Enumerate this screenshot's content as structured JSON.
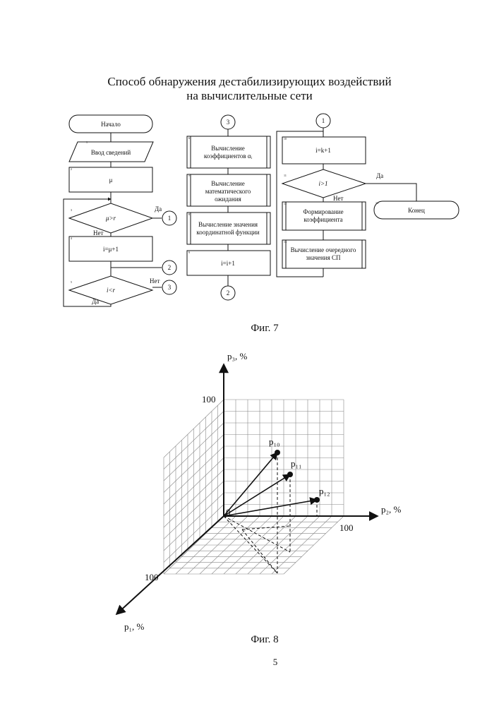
{
  "document": {
    "title_line1": "Способ обнаружения дестабилизирующих воздействий",
    "title_line2": "на вычислительные сети",
    "fig7_caption": "Фиг. 7",
    "fig8_caption": "Фиг. 8",
    "page_number": "5"
  },
  "flowchart": {
    "start": "Начало",
    "input": "Ввод сведений",
    "mu": "μ",
    "cond_mu_r": "μ>r",
    "mu_inc": "i=μ+1",
    "cond_i_r": "i<r",
    "coeff_a": "Вычисление",
    "coeff_a2": "коэффициентов αᵢ",
    "expect1": "Вычисление",
    "expect2": "математического",
    "expect3": "ожидания",
    "coord1": "Вычисление значения",
    "coord2": "координатной функции",
    "i_inc": "i=i+1",
    "k_inc": "i=k+1",
    "cond_i_1": "i>1",
    "form1": "Формирование",
    "form2": "коэффициента",
    "next1": "Вычисление очередного",
    "next2": "значения СП",
    "end": "Конец",
    "yes": "Да",
    "no": "Нет",
    "connector1": "1",
    "connector2": "2",
    "connector3": "3",
    "num1": "1",
    "num2": "2",
    "num3": "3",
    "num4": "4",
    "num5": "5",
    "num6": "6",
    "num7": "7",
    "num8": "8",
    "num9": "9",
    "num10": "10",
    "num11": "11",
    "num12": "12",
    "num13": "13",
    "num14": "14"
  },
  "plot3d": {
    "axis_p3": "p₃, %",
    "axis_p2": "p₂, %",
    "axis_p1": "p₁, %",
    "tick_p3": "100",
    "tick_p2": "100",
    "tick_p1": "100",
    "origin": "0",
    "vec_p10": "p₁₀",
    "vec_p11": "p₁₁",
    "vec_p12": "p₁₂"
  }
}
